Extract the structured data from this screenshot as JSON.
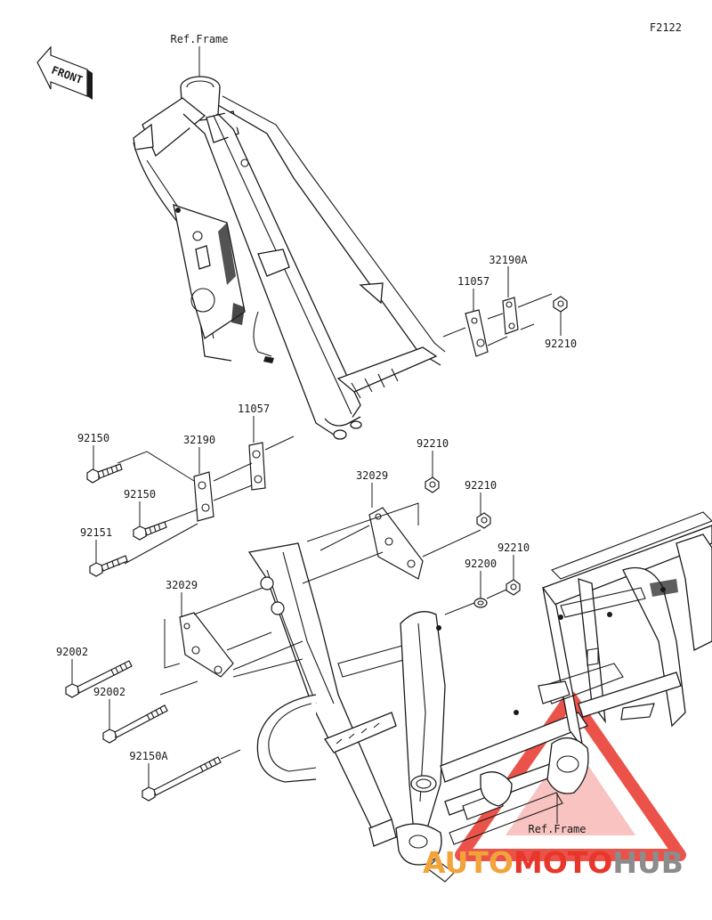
{
  "diagram_code": "F2122",
  "front_marker": "FRONT",
  "ref_frame_top": "Ref.Frame",
  "ref_frame_bottom": "Ref.Frame",
  "parts": {
    "p32190A": "32190A",
    "p11057_upper": "11057",
    "p92210_a": "92210",
    "p11057_lower": "11057",
    "p92150_a": "92150",
    "p32190": "32190",
    "p92150_b": "92150",
    "p92151": "92151",
    "p92210_b": "92210",
    "p32029_a": "32029",
    "p92210_c": "92210",
    "p92210_d": "92210",
    "p92200": "92200",
    "p32029_b": "32029",
    "p92002_a": "92002",
    "p92002_b": "92002",
    "p92150A": "92150A"
  },
  "watermark": {
    "part1": "AUTO",
    "part2": "MOTO",
    "part3": "HUB",
    "colors": {
      "orange": "#f2a33a",
      "red": "#e8362b",
      "gray": "#8c8c8c"
    }
  }
}
